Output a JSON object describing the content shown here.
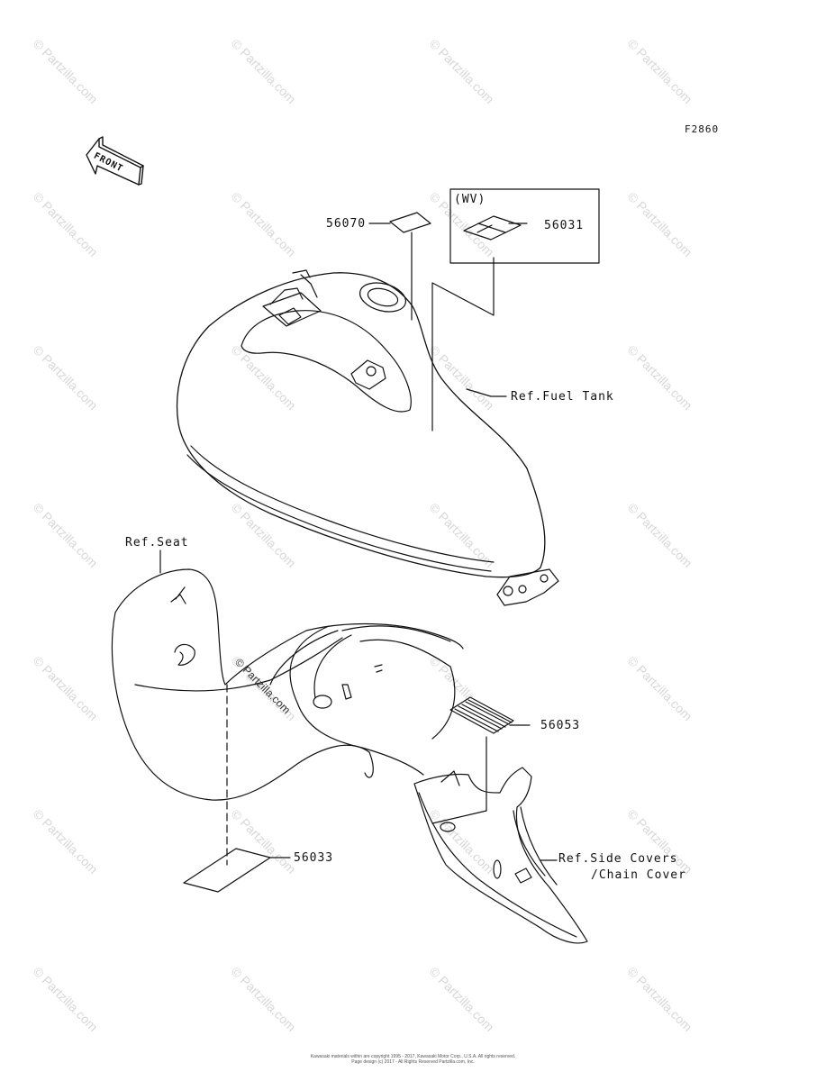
{
  "figure_code": "F2860",
  "front_label": "FRONT",
  "variant_label": "(WV)",
  "parts": {
    "p56070": "56070",
    "p56031": "56031",
    "p56053": "56053",
    "p56033": "56033"
  },
  "refs": {
    "fuel_tank": "Ref.Fuel Tank",
    "seat": "Ref.Seat",
    "side_covers_1": "Ref.Side Covers",
    "side_covers_2": "/Chain Cover"
  },
  "watermark": "© Partzilla.com",
  "footer": {
    "line1": "Kawasaki materials within are copyright 1995 - 2017, Kawasaki Motor Corp., U.S.A. All rights reserved.",
    "line2": "Page design (c) 2017 - All Rights Reserved Partzilla.com, Inc."
  }
}
